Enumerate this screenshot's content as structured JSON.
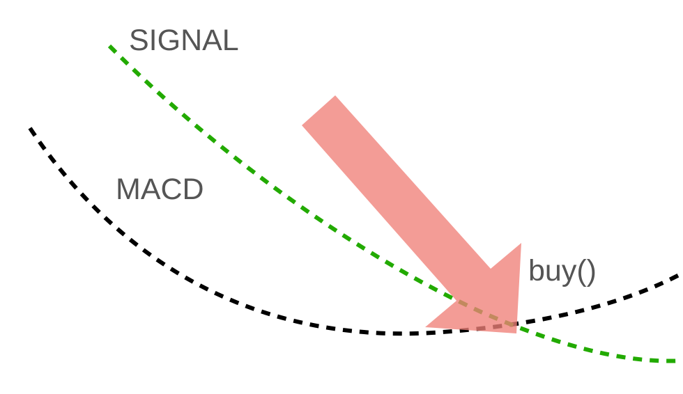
{
  "labels": {
    "signal": "SIGNAL",
    "macd": "MACD",
    "action": "buy()"
  },
  "colors": {
    "background": "#ffffff",
    "signal_line": "#22aa00",
    "macd_line": "#000000",
    "arrow": "#f08078",
    "text": "#555555"
  }
}
